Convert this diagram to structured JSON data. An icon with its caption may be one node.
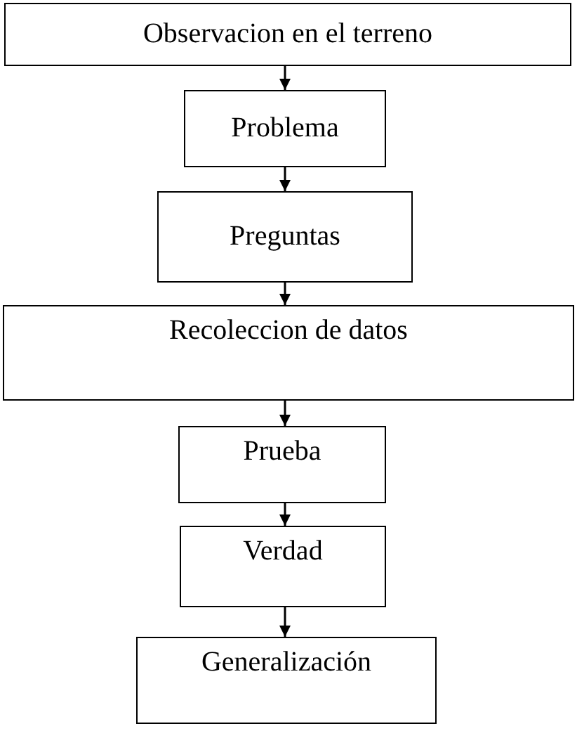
{
  "diagram": {
    "nodes": [
      {
        "text": [
          "Observacion en el terreno"
        ]
      },
      {
        "text": [
          "Problema"
        ]
      },
      {
        "text": [
          "Preguntas"
        ]
      },
      {
        "text": [
          "Recoleccion de datos"
        ]
      },
      {
        "text": [
          "Prueba"
        ]
      },
      {
        "text": [
          "Verdad"
        ]
      },
      {
        "text": [
          "Generalización"
        ]
      }
    ],
    "edges": [
      {
        "from": 0,
        "to": 1,
        "arrow": "to"
      },
      {
        "from": 1,
        "to": 2,
        "arrow": "to"
      },
      {
        "from": 2,
        "to": 3,
        "arrow": "to"
      },
      {
        "from": 3,
        "to": 4,
        "arrow": "to"
      },
      {
        "from": 4,
        "to": 5,
        "arrow": "to"
      },
      {
        "from": 5,
        "to": 6,
        "arrow": "to"
      }
    ]
  }
}
